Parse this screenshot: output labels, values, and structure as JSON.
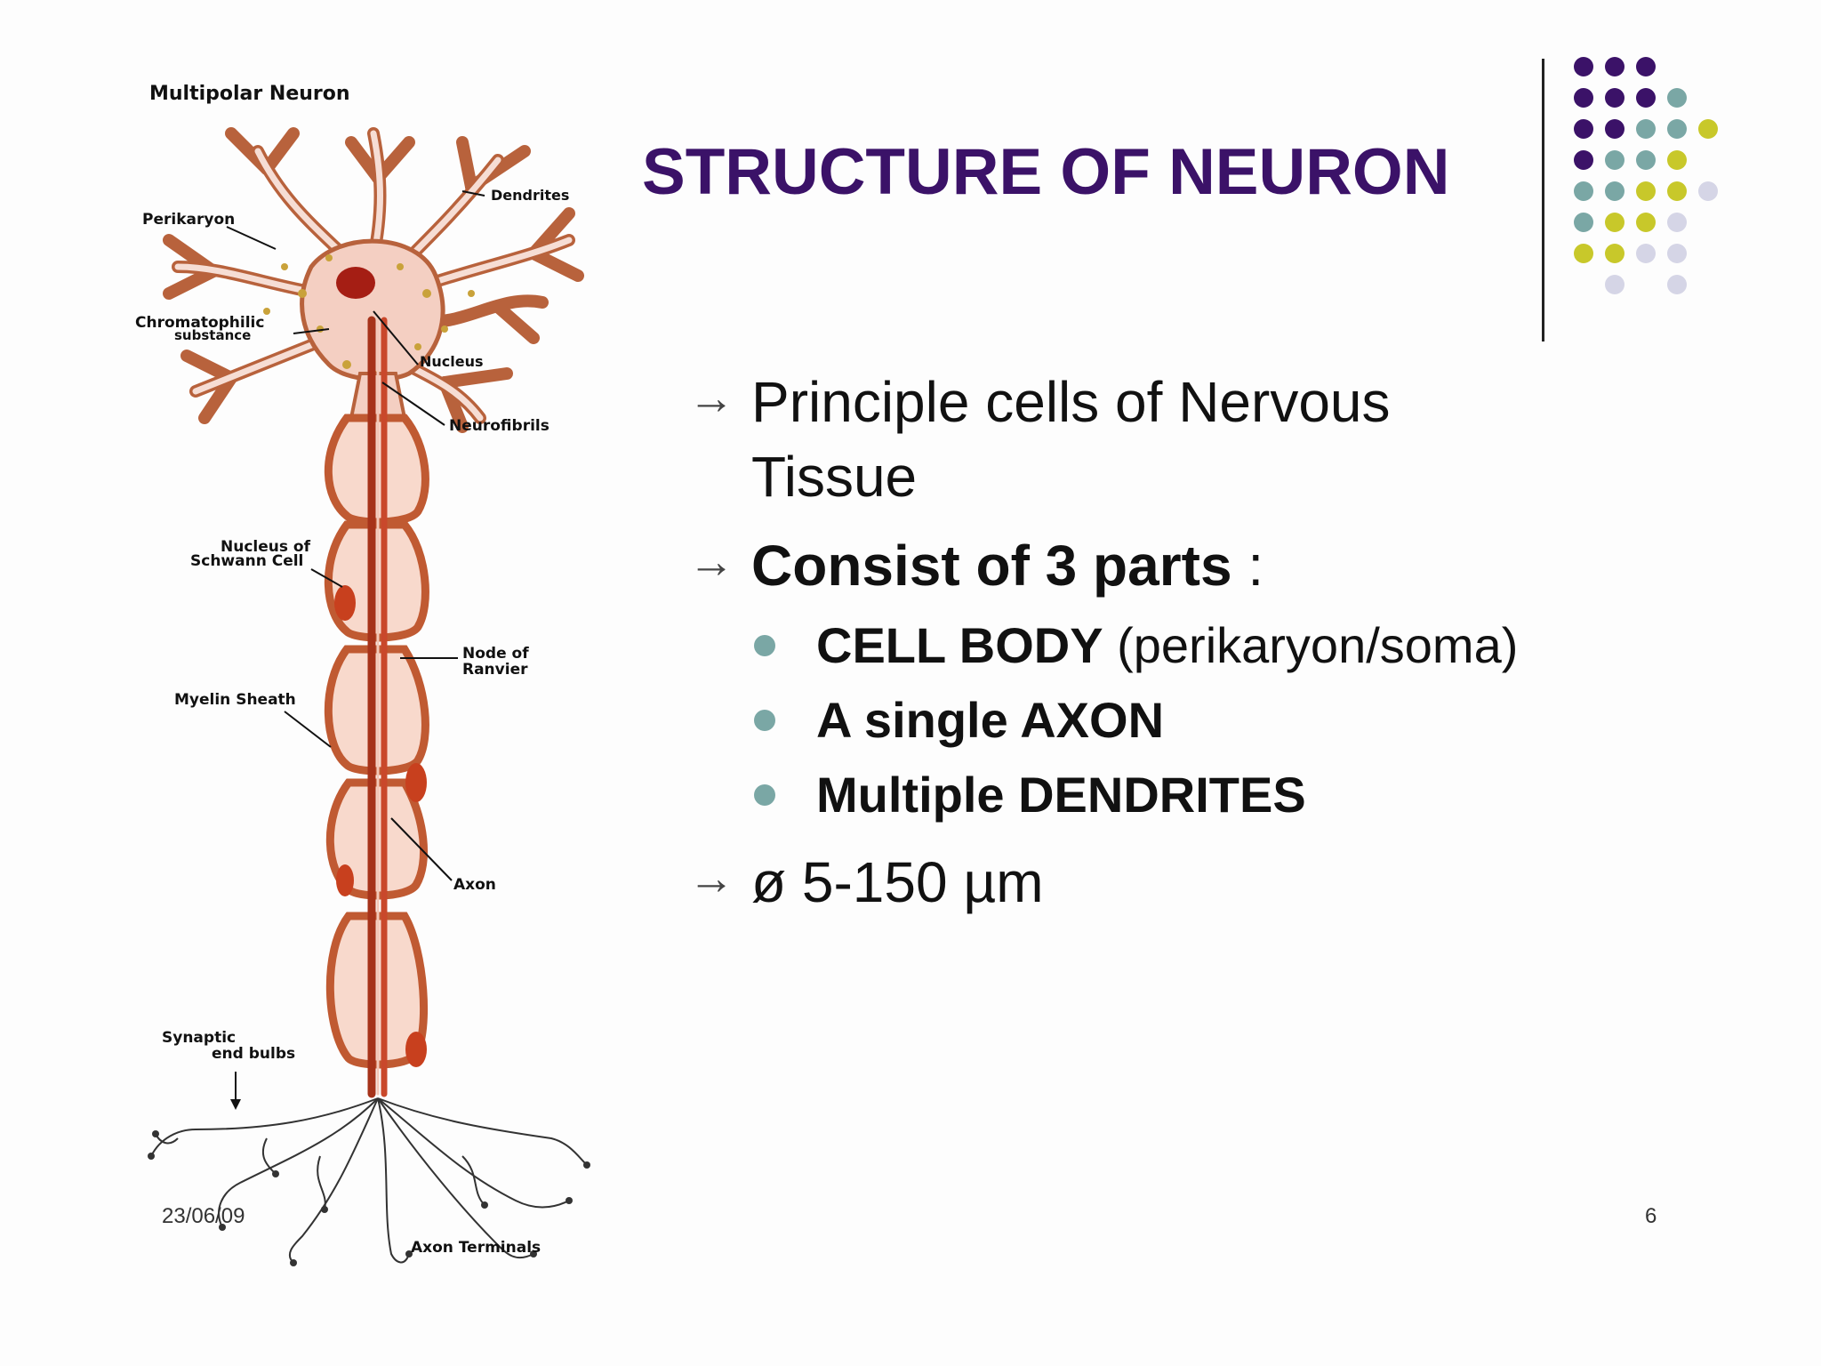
{
  "diagram": {
    "title": "Multipolar Neuron",
    "labels": {
      "dendrites": "Dendrites",
      "perikaryon": "Perikaryon",
      "chromatophilic_1": "Chromatophilic",
      "chromatophilic_2": "substance",
      "nucleus": "Nucleus",
      "neurofibrils": "Neurofibrils",
      "schwann_1": "Nucleus of",
      "schwann_2": "Schwann Cell",
      "ranvier_1": "Node of",
      "ranvier_2": "Ranvier",
      "myelin": "Myelin Sheath",
      "axon": "Axon",
      "synaptic_1": "Synaptic",
      "synaptic_2": "end bulbs",
      "terminals": "Axon Terminals"
    }
  },
  "slide": {
    "title": "STRUCTURE OF NEURON",
    "bullet1": "Principle cells of Nervous",
    "bullet1_line2": "Tissue",
    "bullet2_bold": "Consist of 3 parts",
    "bullet2_tail": " :",
    "sub1_bold": "CELL BODY",
    "sub1_tail": " (perikaryon/soma)",
    "sub2": "A single AXON",
    "sub3": "Multiple DENDRITES",
    "bullet3": "ø 5-150 µm",
    "arrow_glyph": "→",
    "date": "23/06/09",
    "page": "6"
  },
  "colors": {
    "title": "#3b1268",
    "dot_purple": "#3b1268",
    "dot_teal": "#7aa7a5",
    "dot_yellow": "#c8c82a",
    "dot_lilac": "#d5d5e6"
  }
}
